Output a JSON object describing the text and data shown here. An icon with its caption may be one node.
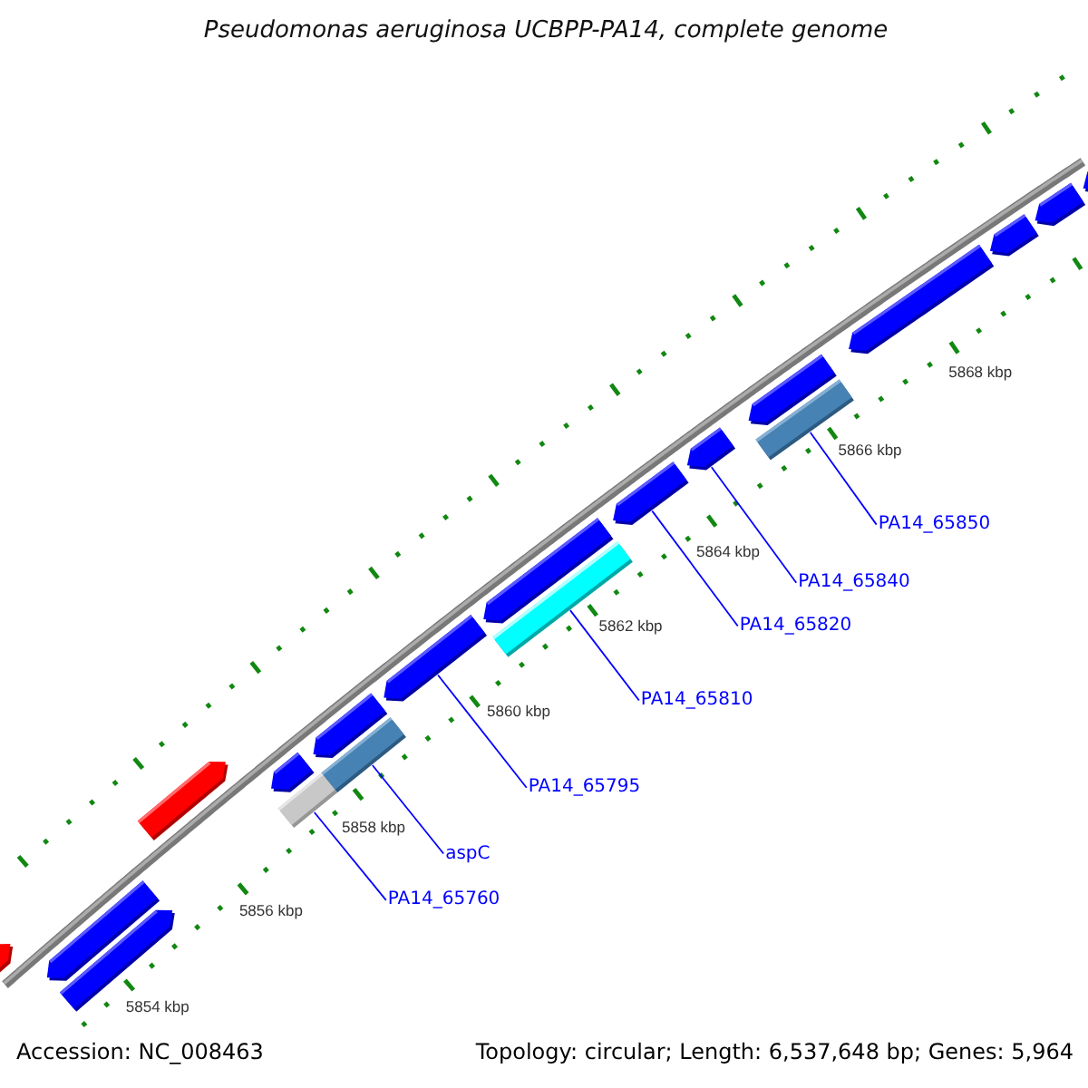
{
  "diagram": {
    "title": "Pseudomonas aeruginosa UCBPP-PA14, complete genome",
    "nodes": [
      {
        "text": [
          "PA14_65850"
        ]
      },
      {
        "text": [
          "PA14_65840"
        ]
      },
      {
        "text": [
          "PA14_65820"
        ]
      },
      {
        "text": [
          "PA14_65810"
        ]
      },
      {
        "text": [
          "PA14_65795"
        ]
      },
      {
        "text": [
          "aspC"
        ]
      },
      {
        "text": [
          "PA14_65760"
        ]
      },
      {
        "text": [],
        "shape": "pentagon"
      },
      {
        "text": [],
        "shape": "pentagon"
      },
      {
        "text": [],
        "shape": "pentagon"
      },
      {
        "text": [],
        "shape": "pentagon"
      },
      {
        "text": [],
        "shape": "pentagon"
      },
      {
        "text": [],
        "shape": "bar"
      },
      {
        "text": [],
        "shape": "pentagon"
      },
      {
        "text": [],
        "shape": "pentagon"
      },
      {
        "text": [],
        "shape": "pentagon"
      },
      {
        "text": [],
        "shape": "bar"
      },
      {
        "text": [],
        "shape": "pentagon"
      },
      {
        "text": [],
        "shape": "pentagon"
      },
      {
        "text": [],
        "shape": "bar"
      },
      {
        "text": [],
        "shape": "pentagon"
      },
      {
        "text": [],
        "shape": "pentagon"
      },
      {
        "text": [],
        "shape": "bar"
      },
      {
        "text": [],
        "shape": "pentagon"
      },
      {
        "text": [],
        "shape": "pentagon"
      },
      {
        "text": [],
        "shape": "pentagon"
      }
    ],
    "edges": [
      {
        "from": 0,
        "to": 12,
        "arrow": "none"
      },
      {
        "from": 1,
        "to": 13,
        "arrow": "none"
      },
      {
        "from": 2,
        "to": 14,
        "arrow": "none"
      },
      {
        "from": 3,
        "to": 16,
        "arrow": "none"
      },
      {
        "from": 4,
        "to": 17,
        "arrow": "none"
      },
      {
        "from": 5,
        "to": 19,
        "arrow": "none"
      },
      {
        "from": 6,
        "to": 22,
        "arrow": "none"
      }
    ],
    "labels": [
      "5868 kbp",
      "5866 kbp",
      "5864 kbp",
      "5862 kbp",
      "5860 kbp",
      "5858 kbp",
      "5856 kbp",
      "5854 kbp",
      "Accession: NC_008463",
      "Topology: circular; Length: 6,537,648 bp; Genes: 5,964"
    ]
  }
}
